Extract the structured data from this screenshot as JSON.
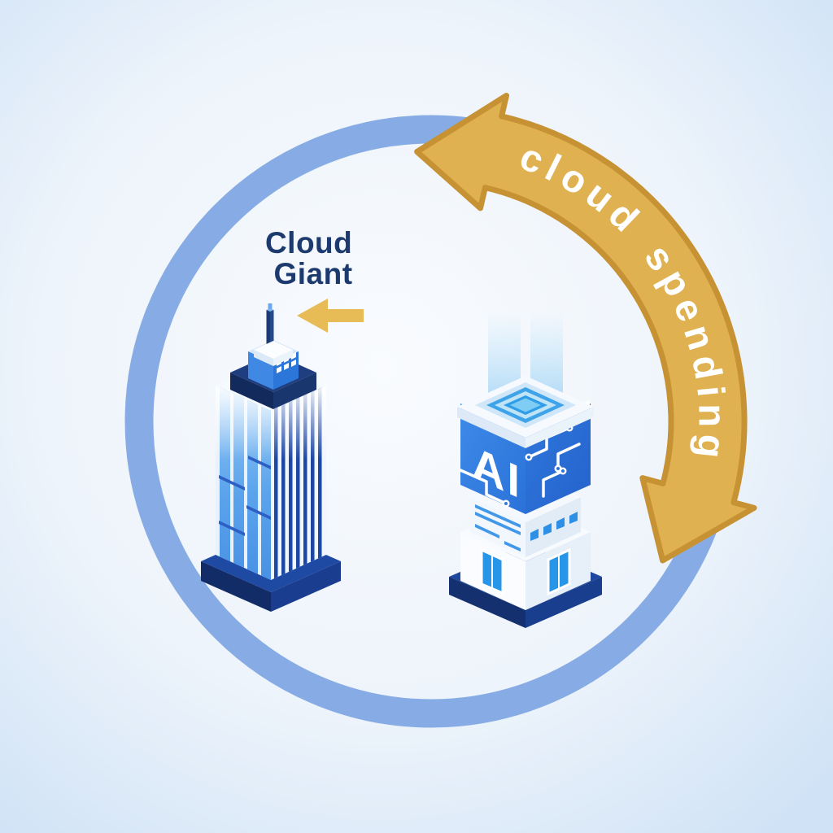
{
  "illustration": {
    "title_line1": "Cloud",
    "title_line2": "Giant",
    "arc_label": "cloud spending",
    "ai_label": "AI"
  },
  "colors": {
    "background_edge": "#cfe2f6",
    "background_center": "#f8fbfe",
    "ring_blue": "#87ace5",
    "arrow_gold": "#e0b151",
    "arrow_gold_border": "#c69234",
    "small_arrow_gold": "#e7bb55",
    "title_navy": "#1d3a6e",
    "label_white": "#ffffff",
    "building_navy": "#16316e",
    "building_blue": "#2f7de0",
    "window_blue": "#4197e8"
  }
}
